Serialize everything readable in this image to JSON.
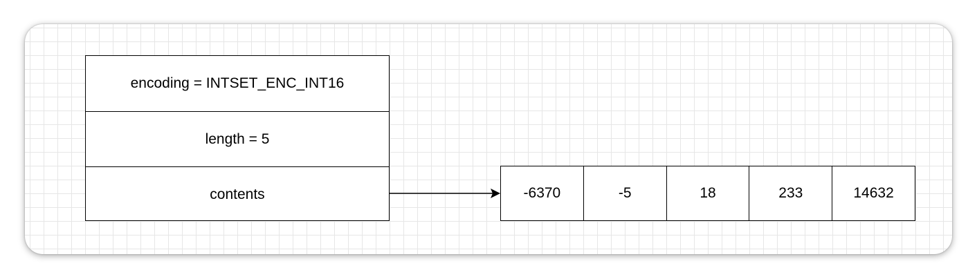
{
  "struct": {
    "fields": [
      {
        "label": "encoding = INTSET_ENC_INT16"
      },
      {
        "label": "length = 5"
      },
      {
        "label": "contents"
      }
    ]
  },
  "contents_array": {
    "values": [
      "-6370",
      "-5",
      "18",
      "233",
      "14632"
    ]
  },
  "colors": {
    "stroke": "#000000",
    "grid": "#e6e6e6",
    "background": "#ffffff"
  }
}
